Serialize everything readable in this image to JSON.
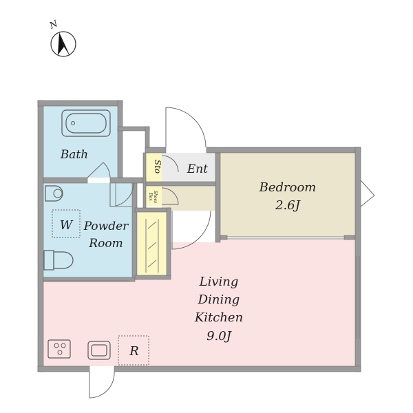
{
  "compass": {
    "label": "N",
    "icon": "north-arrow-icon"
  },
  "rooms": {
    "bath": {
      "label": "Bath"
    },
    "storage": {
      "label": "Sto"
    },
    "entrance": {
      "label": "Ent"
    },
    "shoes_box": {
      "label_line1": "Shoes",
      "label_line2": "Box"
    },
    "bedroom": {
      "label": "Bedroom",
      "size": "2.6J"
    },
    "washer": {
      "label": "W"
    },
    "powder_room": {
      "label_line1": "Powder",
      "label_line2": "Room"
    },
    "ldk": {
      "line1": "Living",
      "line2": "Dining",
      "line3": "Kitchen",
      "size": "9.0J"
    },
    "refrigerator": {
      "label": "R"
    }
  },
  "colors": {
    "wet_area": "#cde8f0",
    "entrance_floor": "#ebebeb",
    "storage": "#fcf7c3",
    "bedroom": "#ece5cd",
    "living": "#fbe3e4",
    "wall": "#9a9a9a"
  },
  "icons": [
    "north-arrow-icon",
    "bathtub-icon",
    "sink-icon",
    "toilet-icon",
    "washer-pan-icon",
    "stove-icon",
    "kitchen-sink-icon",
    "door-swing-icon"
  ]
}
